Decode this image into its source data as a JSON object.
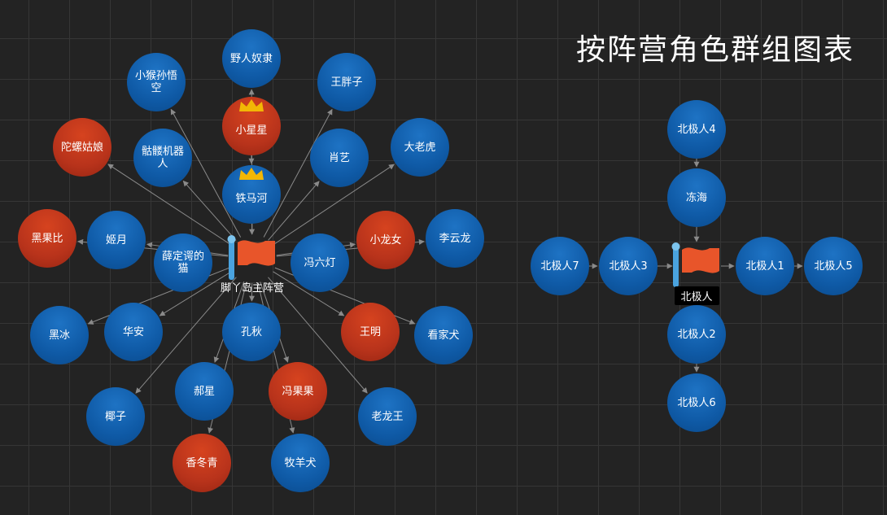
{
  "title": "按阵营角色群组图表",
  "colors": {
    "blue": "#0f5aa6",
    "red": "#b8331b",
    "edge": "#8a8a8a",
    "flag": "#e8552a",
    "pole": "#4aa3df",
    "crown": "#f2b705"
  },
  "group1": {
    "hub_label": "脚丫岛主阵营",
    "members": [
      {
        "id": "yeren",
        "label": "野人奴隶",
        "color": "blue"
      },
      {
        "id": "xiaohou",
        "label": "小猴孙悟空",
        "color": "blue"
      },
      {
        "id": "wangpang",
        "label": "王胖子",
        "color": "blue"
      },
      {
        "id": "xiaoxing",
        "label": "小星星",
        "color": "red",
        "crown": true
      },
      {
        "id": "tuoluo",
        "label": "陀螺姑娘",
        "color": "red"
      },
      {
        "id": "dalaohu",
        "label": "大老虎",
        "color": "blue"
      },
      {
        "id": "kulou",
        "label": "骷髅机器人",
        "color": "blue"
      },
      {
        "id": "xiaoyi",
        "label": "肖艺",
        "color": "blue"
      },
      {
        "id": "tiemahe",
        "label": "铁马河",
        "color": "blue",
        "crown": true
      },
      {
        "id": "heiguobi",
        "label": "黑果比",
        "color": "red"
      },
      {
        "id": "jiyue",
        "label": "姬月",
        "color": "blue"
      },
      {
        "id": "xiaolongnv",
        "label": "小龙女",
        "color": "red"
      },
      {
        "id": "liyunlong",
        "label": "李云龙",
        "color": "blue"
      },
      {
        "id": "xuedinge",
        "label": "薛定谔的猫",
        "color": "blue"
      },
      {
        "id": "fengliuding",
        "label": "冯六灯",
        "color": "blue"
      },
      {
        "id": "heibing",
        "label": "黑冰",
        "color": "blue"
      },
      {
        "id": "huaan",
        "label": "华安",
        "color": "blue"
      },
      {
        "id": "kongqiu",
        "label": "孔秋",
        "color": "blue"
      },
      {
        "id": "wangming",
        "label": "王明",
        "color": "red"
      },
      {
        "id": "kanjiaquan",
        "label": "看家犬",
        "color": "blue"
      },
      {
        "id": "yezi",
        "label": "椰子",
        "color": "blue"
      },
      {
        "id": "haoxing",
        "label": "郝星",
        "color": "blue"
      },
      {
        "id": "fengguoguo",
        "label": "冯果果",
        "color": "red"
      },
      {
        "id": "laolongwang",
        "label": "老龙王",
        "color": "blue"
      },
      {
        "id": "xiangdongqing",
        "label": "香冬青",
        "color": "red"
      },
      {
        "id": "muyangquan",
        "label": "牧羊犬",
        "color": "blue"
      }
    ]
  },
  "group2": {
    "hub_label": "北极人",
    "members": [
      {
        "id": "bj4",
        "label": "北极人4",
        "color": "blue"
      },
      {
        "id": "donghai",
        "label": "冻海",
        "color": "blue"
      },
      {
        "id": "bj7",
        "label": "北极人7",
        "color": "blue"
      },
      {
        "id": "bj3",
        "label": "北极人3",
        "color": "blue"
      },
      {
        "id": "bj1",
        "label": "北极人1",
        "color": "blue"
      },
      {
        "id": "bj5",
        "label": "北极人5",
        "color": "blue"
      },
      {
        "id": "bj2",
        "label": "北极人2",
        "color": "blue"
      },
      {
        "id": "bj6",
        "label": "北极人6",
        "color": "blue"
      }
    ]
  }
}
